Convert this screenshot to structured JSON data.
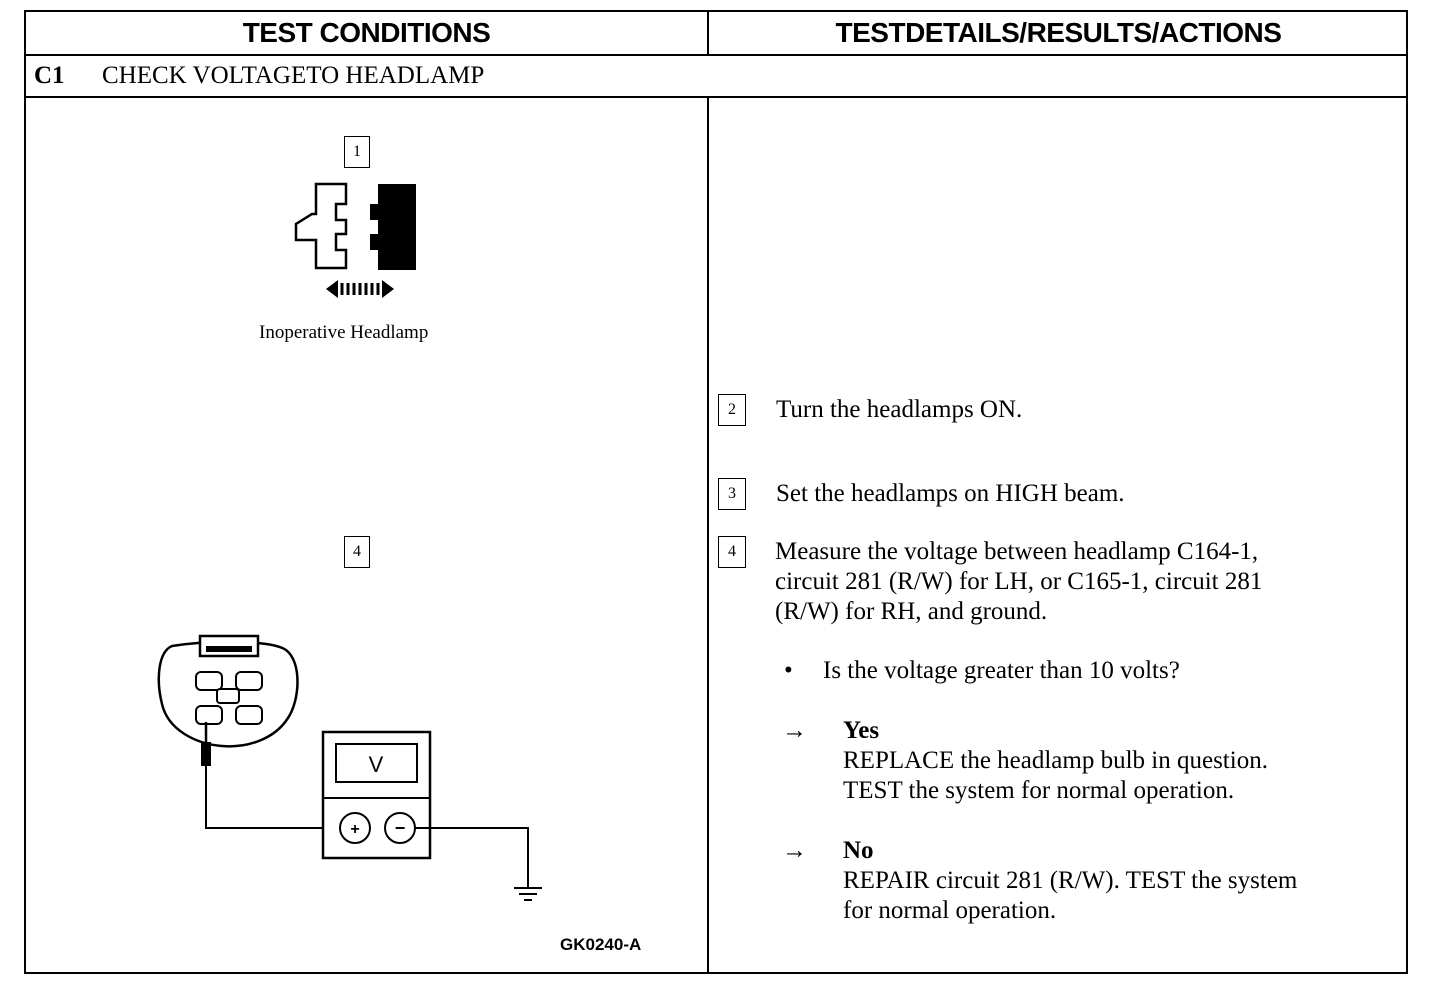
{
  "header": {
    "left": "TEST CONDITIONS",
    "right": "TESTDETAILS/RESULTS/ACTIONS"
  },
  "section": {
    "id": "C1",
    "title": "CHECK VOLTAGETO HEADLAMP"
  },
  "figure": {
    "step_top": "1",
    "top_caption": "Inoperative Headlamp",
    "step_bottom": "4",
    "meter_symbol": "V",
    "plus_symbol": "+",
    "minus_symbol": "−",
    "figure_code": "GK0240-A"
  },
  "steps": [
    {
      "num": "2",
      "text": "Turn the headlamps ON."
    },
    {
      "num": "3",
      "text": "Set the headlamps on HIGH beam."
    },
    {
      "num": "4",
      "lines": [
        "Measure the voltage between headlamp C164-1,",
        "circuit 281 (R/W) for LH, or C165-1, circuit 281",
        "(R/W) for RH, and ground."
      ]
    }
  ],
  "question": {
    "bullet": "•",
    "text": "Is the voltage greater than 10 volts?"
  },
  "answers": [
    {
      "arrow": "→",
      "label": "Yes",
      "lines": [
        "REPLACE the headlamp bulb in question.",
        "TEST the system for normal operation."
      ]
    },
    {
      "arrow": "→",
      "label": "No",
      "lines": [
        "REPAIR circuit 281 (R/W). TEST the system",
        "for normal operation."
      ]
    }
  ]
}
